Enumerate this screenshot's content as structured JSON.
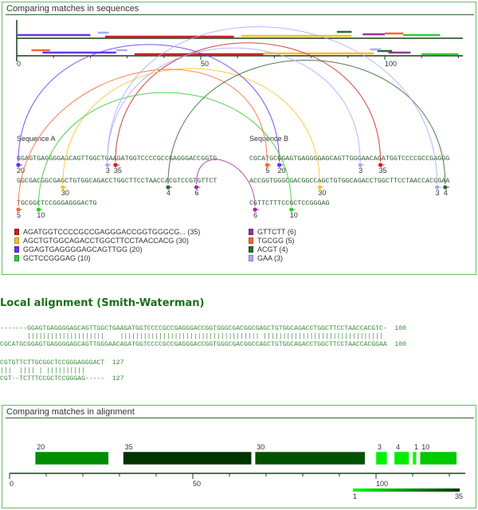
{
  "panel1": {
    "title": "Comparing matches in sequences",
    "axis_ticks": [
      "0",
      "50",
      "100"
    ],
    "sequence_a_label": "Sequence A",
    "sequence_b_label": "Sequence B",
    "sequence_a_lines": [
      "GGAGTGAGGGGAGCAGTTGGCTGAAGATGGTCCCCGCCGAGGGACCGGTG",
      "GGCGACGGCGAGCTGTGGCAGACCTGGCTTCCTAACCACGTCCGTGTTCT",
      "TGCGGCTCCGGGAGGGACTG"
    ],
    "sequence_b_lines": [
      "CGCATGCGGAGTGAGGGGAGCAGTTGGGAACAGATGGTCCCCGCCGAGGG",
      "ACCGGTGGGCGACGGCCAGCTGTGGCAGACCTGGCTTCCTAACCACGGAA",
      "CGTTCTTTCCGCTCCGGGAG"
    ],
    "matches": [
      {
        "seq": "AGATGGTCCCCGCCGAGGGACCGGTGGGCG...",
        "len": "35",
        "color": "#cc2222",
        "a_start": 24,
        "b_start": 32
      },
      {
        "seq": "AGCTGTGGCAGACCTGGCTTCCTAACCACG",
        "len": "30",
        "color": "#ffc020",
        "a_start": 61,
        "b_start": 67
      },
      {
        "seq": "GGAGTGAGGGGAGCAGTTGG",
        "len": "20",
        "color": "#6633ee",
        "a_start": 0,
        "b_start": 7
      },
      {
        "seq": "GCTCCGGGAG",
        "len": "10",
        "color": "#33cc33",
        "a_start": 105,
        "b_start": 110
      },
      {
        "seq": "GTTCTT",
        "len": "6",
        "color": "#993399",
        "a_start": 94,
        "b_start": 101
      },
      {
        "seq": "TGCGG",
        "len": "5",
        "color": "#ff6633",
        "a_start": 100,
        "b_start": 4
      },
      {
        "seq": "ACGT",
        "len": "4",
        "color": "#336633",
        "a_start": 87,
        "b_start": 98
      },
      {
        "seq": "GAA",
        "len": "3",
        "color": "#aaaaff",
        "a_start": 22,
        "b_start": 27
      }
    ],
    "extra_gaa_b_start": 96
  },
  "alignment": {
    "heading": "Local alignment (Smith-Waterman)",
    "block1": [
      "-------GGAGTGAGGGGAGCAGTTGGCTGAAGATGGTCCCCGCCGAGGGACCGGTGGGCGACGGCGAGCTGTGGCAGACCTGGCTTCCTAACCACGTC-  100",
      "       ||||||||||||||||||||    |||||||||||||||||||||||||||||||||||| |||||||||||||||||||||||||||||||",
      "CGCATGCGGAGTGAGGGGAGCAGTTGGGAACAGATGGTCCCCGCCGAGGGACCGGTGGGCGACGGCCAGCTGTGGCAGACCTGGCTTCCTAACCACGGAA  100"
    ],
    "block2": [
      "CGTGTTCTTGCGGCTCCGGGAGGGACT  127",
      "|||  |||| | ||||||||||",
      "CGT--TCTTTCCGCTCCGGGAG-----  127"
    ]
  },
  "panel2": {
    "title": "Comparing matches in alignment",
    "axis_ticks": [
      "0",
      "50",
      "100"
    ],
    "blocks": [
      {
        "label": "20",
        "start": 7,
        "end": 27,
        "value": 20
      },
      {
        "label": "35",
        "start": 31,
        "end": 66,
        "value": 35
      },
      {
        "label": "30",
        "start": 67,
        "end": 97,
        "value": 30
      },
      {
        "label": "3",
        "start": 100,
        "end": 103,
        "value": 3
      },
      {
        "label": "4",
        "start": 105,
        "end": 109,
        "value": 4
      },
      {
        "label": "1",
        "start": 110,
        "end": 111,
        "value": 1
      },
      {
        "label": "10",
        "start": 112,
        "end": 122,
        "value": 10
      }
    ],
    "scale_min": "1",
    "scale_max": "35",
    "scale_color_low": "#00ff00",
    "scale_color_high": "#003300"
  }
}
